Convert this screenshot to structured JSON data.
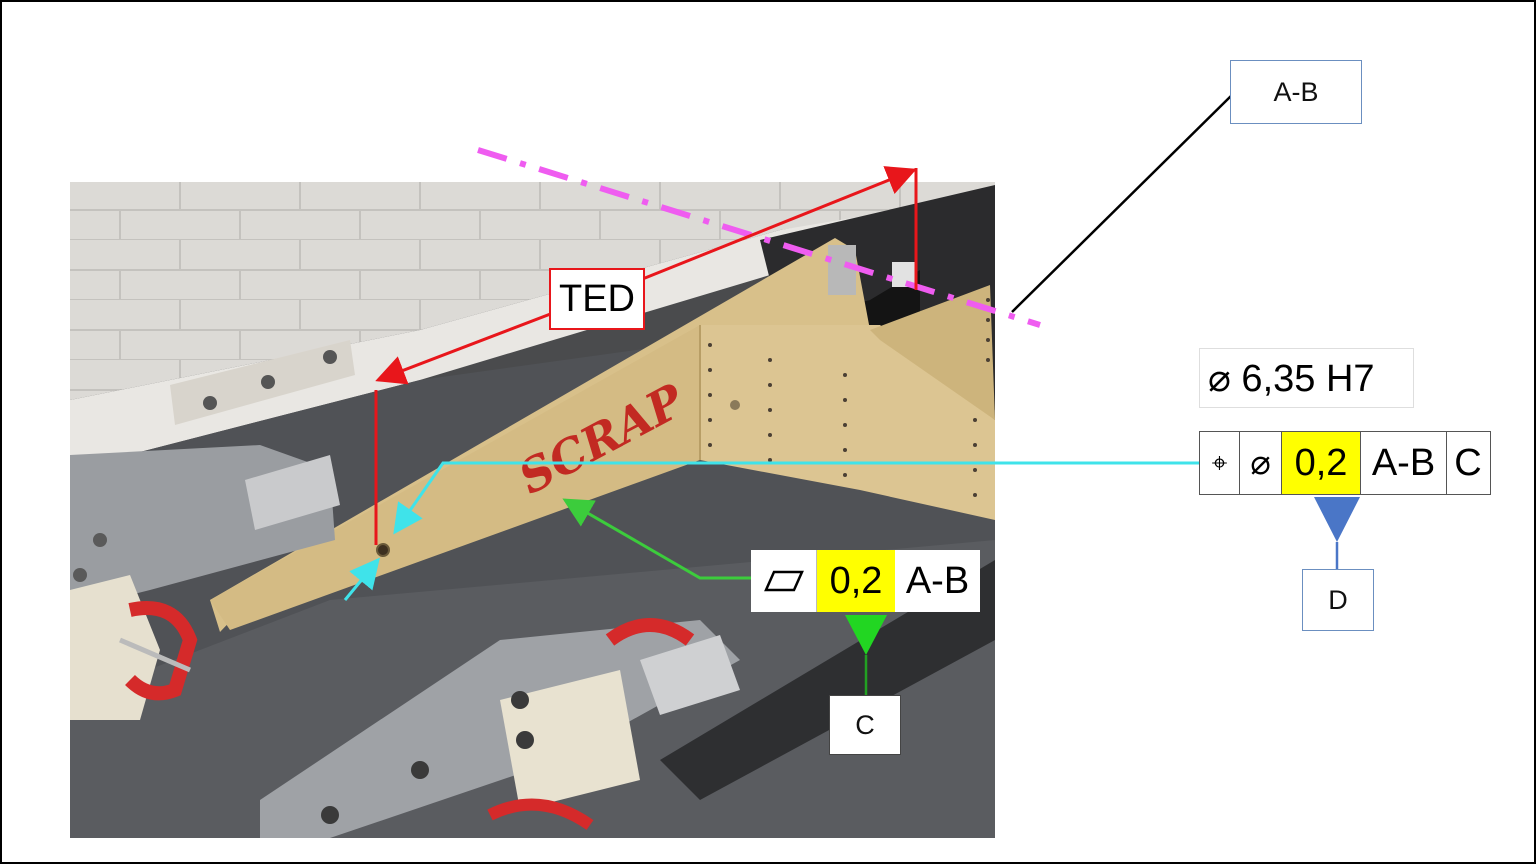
{
  "diagram": {
    "ted_label": "TED",
    "size_callout": "⌀ 6,35 H7",
    "datum_ab_label": "A-B",
    "datum_c_label": "C",
    "datum_d_label": "D",
    "position_fcf": {
      "symbol_icon": "position-icon",
      "symbol": "⌖",
      "diameter": "⌀",
      "tolerance": "0,2",
      "datum_primary": "A-B",
      "datum_secondary": "C"
    },
    "parallelism_fcf": {
      "symbol_icon": "parallelogram-icon",
      "tolerance": "0,2",
      "datum": "A-B"
    },
    "photo": {
      "stamp_text": "SCRAP"
    },
    "colors": {
      "dimension_line": "#e8161b",
      "leader_cyan": "#3fe3ea",
      "leader_green": "#3ccc3c",
      "datum_axis": "#ef5cf0",
      "highlight": "#ffff00",
      "datum_triangle_blue": "#4a76c7",
      "datum_triangle_green": "#22d622"
    }
  }
}
